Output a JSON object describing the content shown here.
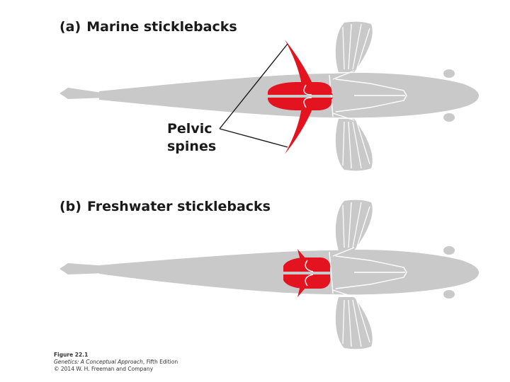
{
  "panel_a": {
    "tag": "(a)",
    "title": "Marine sticklebacks",
    "callout_line1": "Pelvic",
    "callout_line2": "spines"
  },
  "panel_b": {
    "tag": "(b)",
    "title": "Freshwater sticklebacks"
  },
  "caption": {
    "figure": "Figure 22.1",
    "book_title": "Genetics: A Conceptual Approach",
    "edition": ", Fifth Edition",
    "copyright": "© 2014 W. H. Freeman and Company"
  },
  "colors": {
    "fish_body": "#c9c9c9",
    "pelvic": "#e3141f",
    "text": "#1a1a1a",
    "callout_line": "#1a1a1a"
  }
}
